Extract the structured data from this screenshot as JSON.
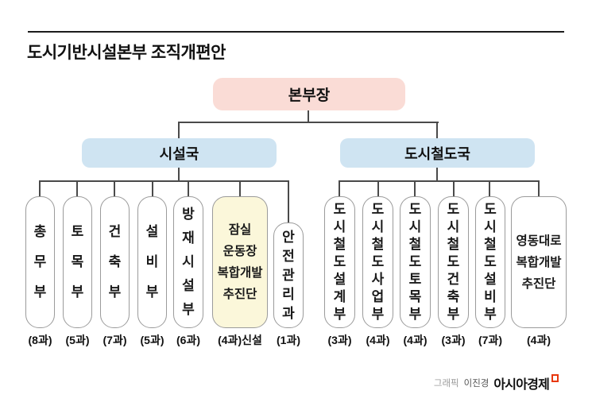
{
  "title": "도시기반시설본부 조직개편안",
  "root": {
    "label": "본부장"
  },
  "divisions": [
    {
      "label": "시설국",
      "departments": [
        {
          "name": "총무부",
          "count": "(8과)"
        },
        {
          "name": "토목부",
          "count": "(5과)"
        },
        {
          "name": "건축부",
          "count": "(7과)"
        },
        {
          "name": "설비부",
          "count": "(5과)"
        },
        {
          "name": "방재시설부",
          "count": "(6과)"
        },
        {
          "name": "잠실\n운동장\n복합개발\n추진단",
          "count": "(4과)신설",
          "highlight": true,
          "status": "신설"
        },
        {
          "name": "안전관리과",
          "count": "(1과)"
        }
      ]
    },
    {
      "label": "도시철도국",
      "departments": [
        {
          "name": "도시철도설계부",
          "count": "(3과)"
        },
        {
          "name": "도시철도사업부",
          "count": "(4과)"
        },
        {
          "name": "도시철도토목부",
          "count": "(4과)"
        },
        {
          "name": "도시철도건축부",
          "count": "(3과)"
        },
        {
          "name": "도시철도설비부",
          "count": "(7과)"
        },
        {
          "name": "영동대로\n복합개발\n추진단",
          "count": "(4과)"
        }
      ]
    }
  ],
  "credit": {
    "prefix": "그래픽",
    "author": "이진경",
    "brand": "아시아경제"
  },
  "colors": {
    "root_bg": "#fadcd6",
    "division_bg": "#cfe4f2",
    "highlight_bg": "#fbf7da",
    "box_border": "#9b9b9b",
    "connector_line": "#4a4a4a",
    "brand_red": "#e8380d"
  }
}
